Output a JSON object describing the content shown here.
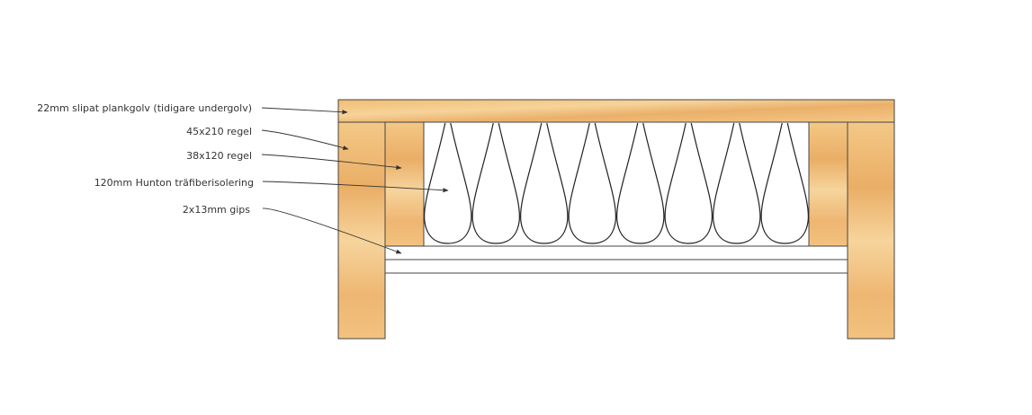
{
  "labels": {
    "plank_floor": "22mm slipat plankgolv (tidigare undergolv)",
    "joist_45x210": "45x210 regel",
    "joist_38x120": "38x120 regel",
    "insulation": "120mm Hunton träfiberisolering",
    "gypsum": "2x13mm gips"
  },
  "colors": {
    "wood_base": "#f2c27a",
    "wood_light": "#f6d39a",
    "wood_dark": "#e8a95a",
    "outline": "#444444",
    "insulation_line": "#222222"
  }
}
